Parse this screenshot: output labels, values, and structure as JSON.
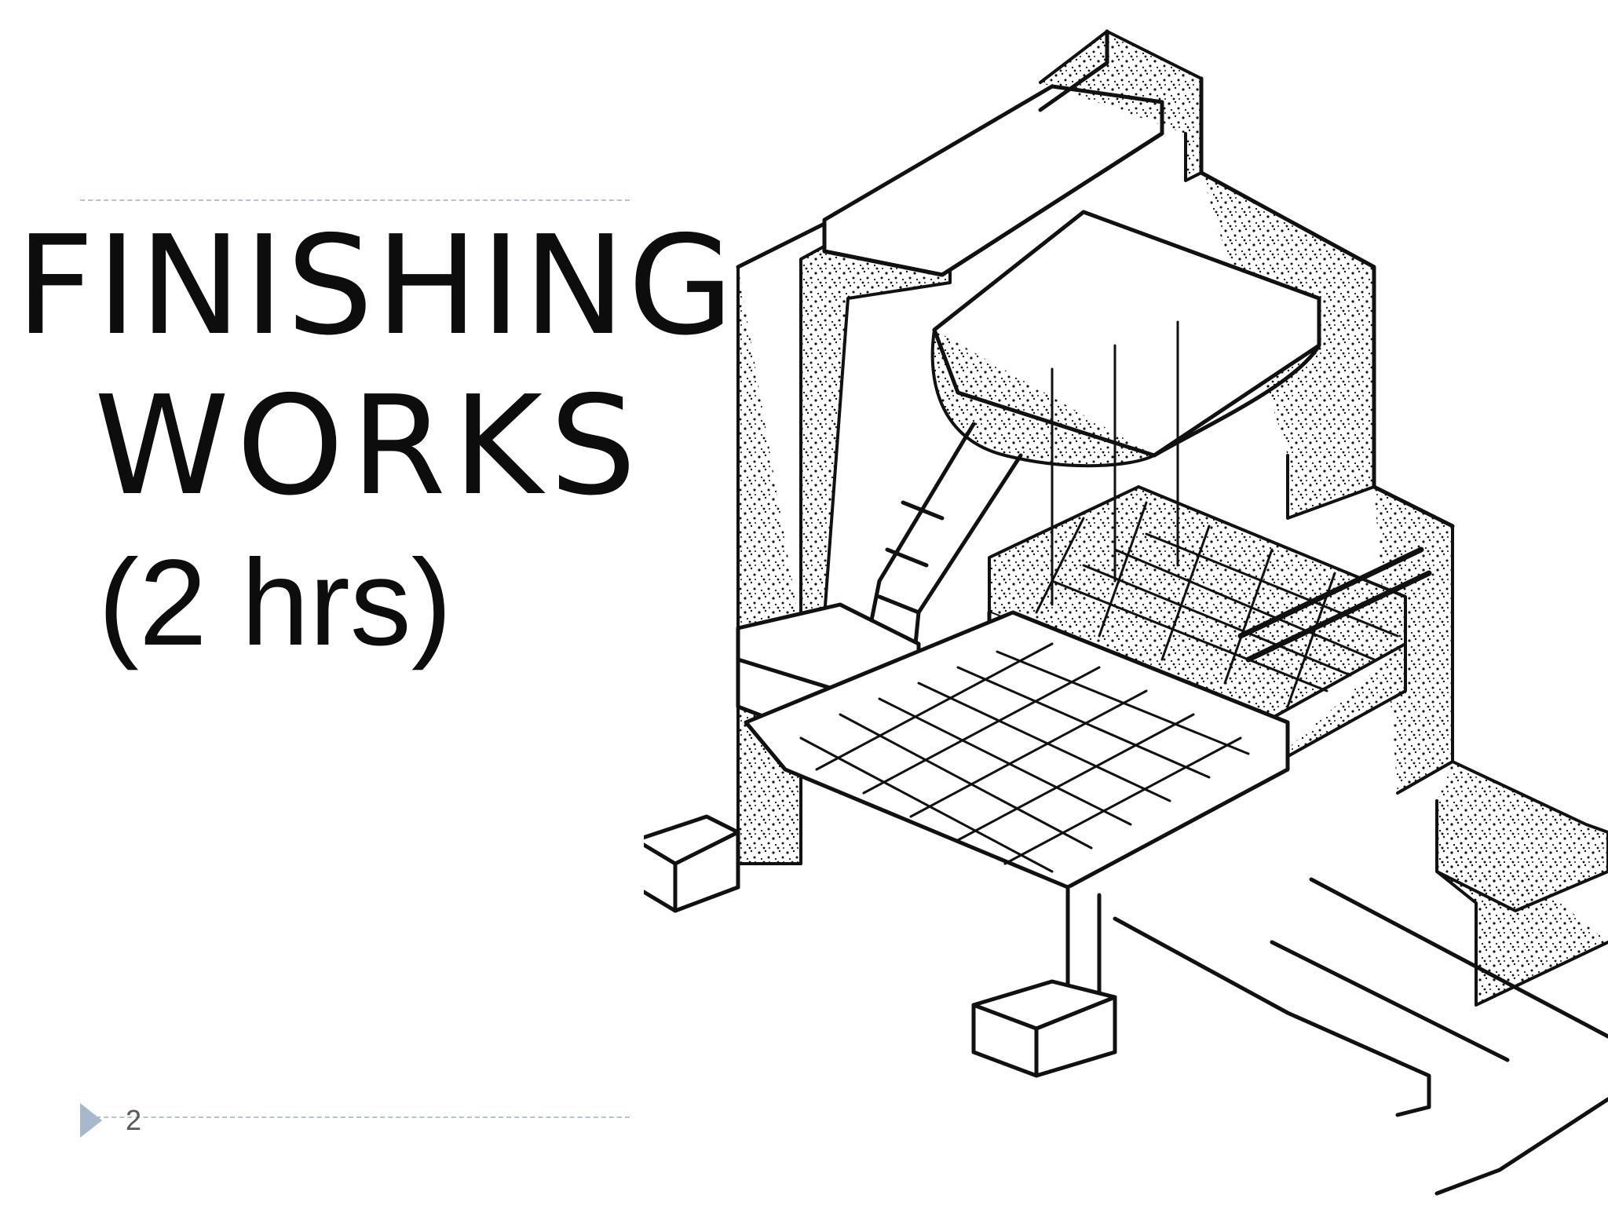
{
  "slide": {
    "title_lines": [
      "FINISHING",
      "WORKS",
      "(2 hrs)"
    ],
    "page_number": "2"
  },
  "colors": {
    "background": "#ffffff",
    "text": "#0d0d0d",
    "rule": "#b7c1cc",
    "footer_marker": "#a7b8cc",
    "page_number": "#595959",
    "drawing_ink": "#111111"
  },
  "illustration": {
    "subject": "isometric section drawing of a building with stairs, tiled floors and stippled concrete walls"
  }
}
